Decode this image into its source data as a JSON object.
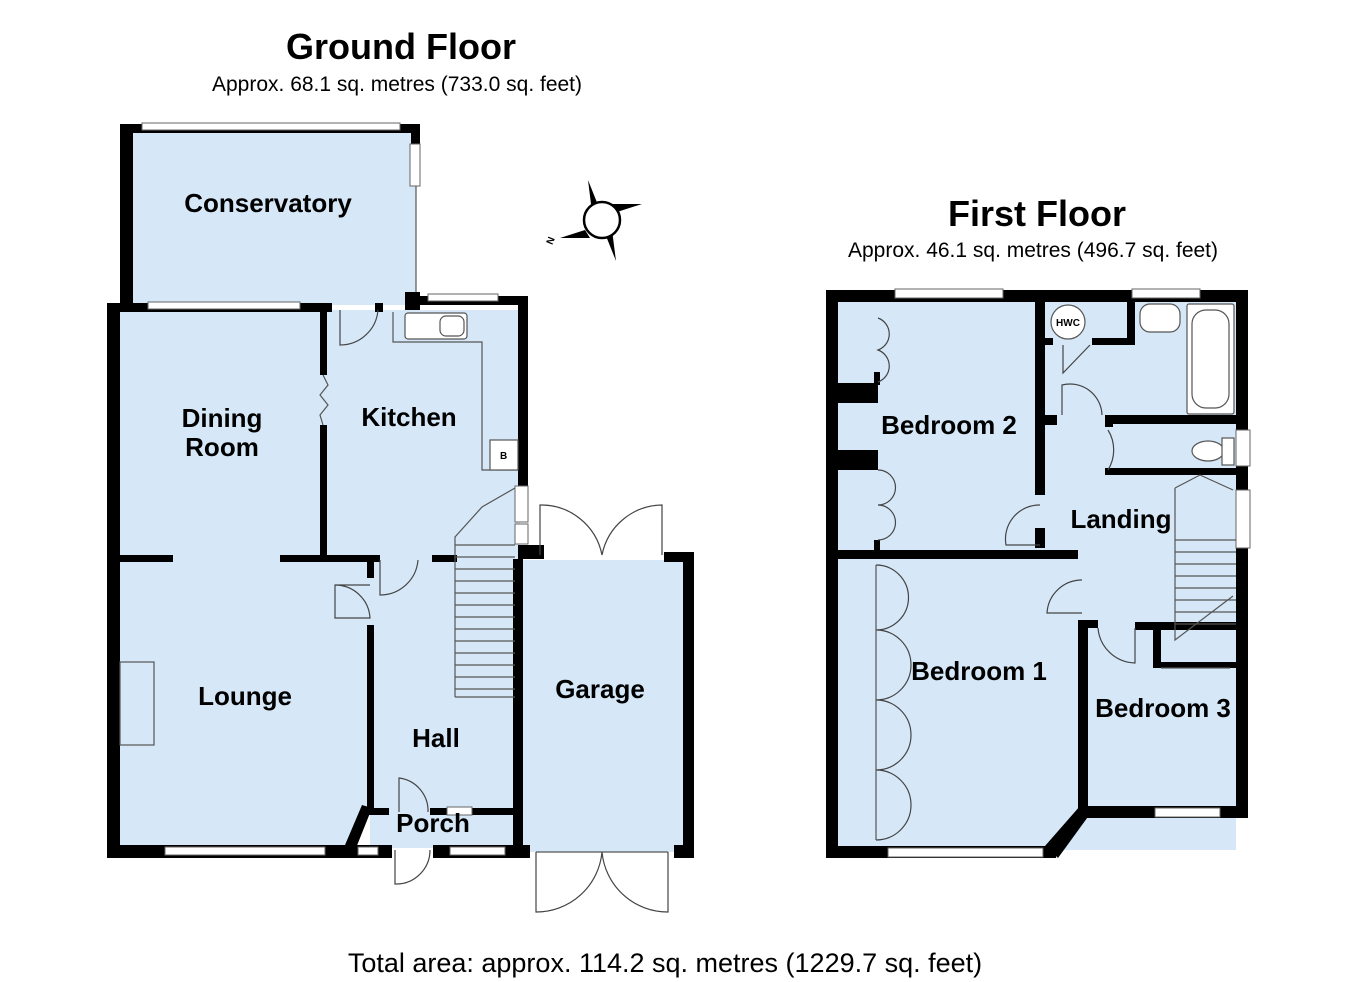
{
  "ground_floor": {
    "title": "Ground Floor",
    "area": "Approx. 68.1 sq. metres (733.0 sq. feet)",
    "rooms": {
      "conservatory": "Conservatory",
      "dining_line1": "Dining",
      "dining_line2": "Room",
      "kitchen": "Kitchen",
      "lounge": "Lounge",
      "hall": "Hall",
      "porch": "Porch",
      "garage": "Garage",
      "boiler": "B"
    }
  },
  "first_floor": {
    "title": "First Floor",
    "area": "Approx. 46.1 sq. metres (496.7 sq. feet)",
    "rooms": {
      "bedroom2": "Bedroom 2",
      "bedroom1": "Bedroom 1",
      "bedroom3": "Bedroom 3",
      "landing": "Landing",
      "hwc": "HWC"
    }
  },
  "compass": {
    "icon": "compass-icon",
    "label": "N"
  },
  "total_area": "Total area: approx. 114.2 sq. metres (1229.7 sq. feet)",
  "colors": {
    "room_fill": "#d6e8f8",
    "wall": "#000000"
  }
}
